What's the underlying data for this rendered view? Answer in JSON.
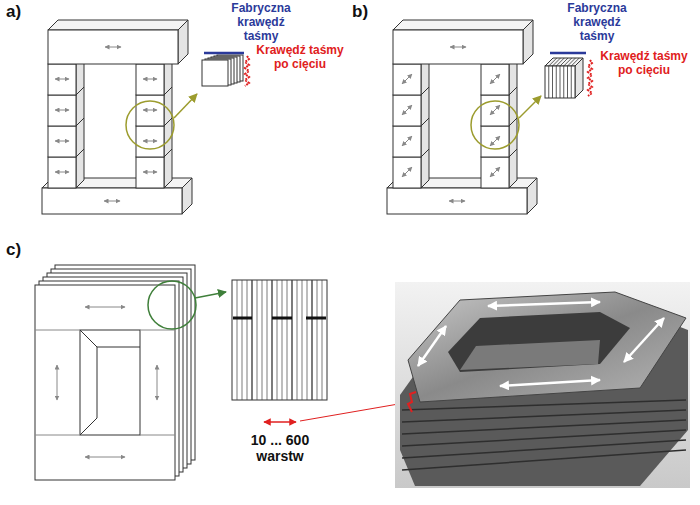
{
  "diagram": {
    "labels": [
      "a)",
      "Fabryczna krawędź taśmy",
      "Krawędź taśmy po cięciu",
      "b)",
      "Fabryczna krawędź taśmy",
      "Krawędź taśmy po cięciu",
      "c)",
      "10 ... 600 warstw"
    ]
  }
}
